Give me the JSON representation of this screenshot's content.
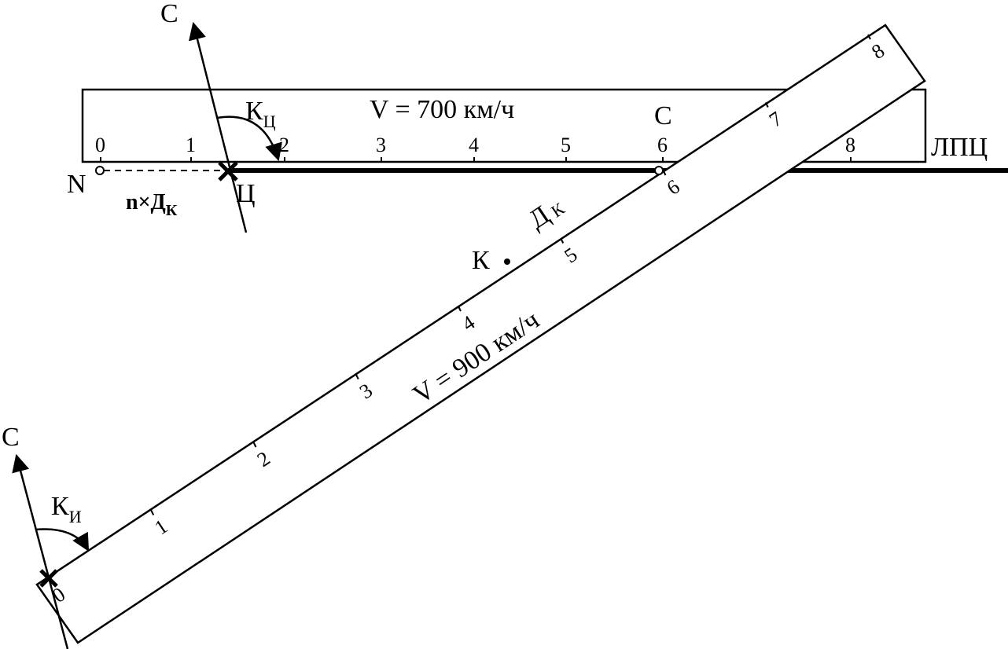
{
  "ruler_top": {
    "speed_label": "V = 700 км/ч",
    "ticks": [
      "0",
      "1",
      "2",
      "3",
      "4",
      "5",
      "6",
      "7",
      "8"
    ],
    "line_label": "ЛПЦ"
  },
  "ruler_diag": {
    "speed_label": "V = 900 км/ч",
    "ticks": [
      "0",
      "1",
      "2",
      "3",
      "4",
      "5",
      "6",
      "7",
      "8"
    ]
  },
  "labels": {
    "north_top": "С",
    "north_bottom": "С",
    "point_n": "N",
    "point_c": "С",
    "point_k": "К",
    "point_ts": "Ц",
    "course_target": "К",
    "course_target_sub": "Ц",
    "course_interceptor": "К",
    "course_interceptor_sub": "И",
    "distance": "Д",
    "distance_sub": "К",
    "n_times": "n×Д",
    "n_times_sub": "К"
  },
  "colors": {
    "ink": "#000000",
    "paper": "#ffffff"
  }
}
